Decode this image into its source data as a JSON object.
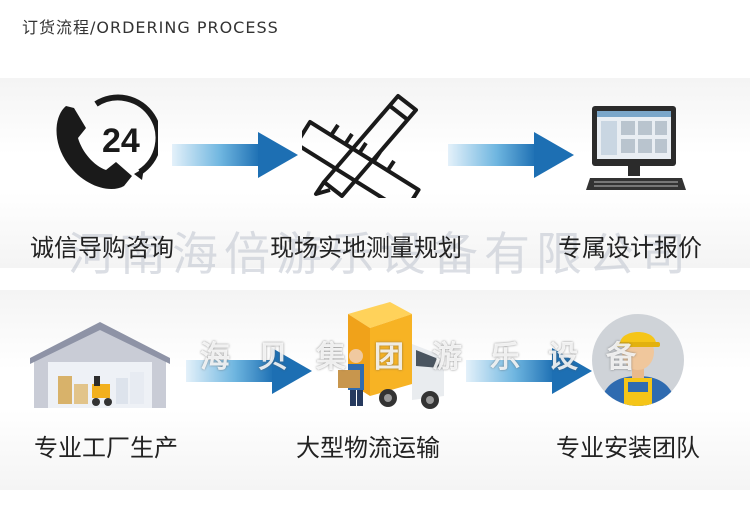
{
  "header": {
    "title": "订货流程/ORDERING PROCESS"
  },
  "watermarks": {
    "company": "河南海倍游乐设备有限公司",
    "brand": "海贝集团游乐设备"
  },
  "steps": [
    {
      "label": "诚信导购咨询",
      "icon": "phone-24-icon"
    },
    {
      "label": "现场实地测量规划",
      "icon": "pencil-ruler-icon"
    },
    {
      "label": "专属设计报价",
      "icon": "computer-monitor-icon"
    },
    {
      "label": "专业工厂生产",
      "icon": "factory-warehouse-icon"
    },
    {
      "label": "大型物流运输",
      "icon": "delivery-truck-icon"
    },
    {
      "label": "专业安装团队",
      "icon": "worker-icon"
    }
  ],
  "phone_badge": "24",
  "colors": {
    "arrow_dark": "#1d6fb3",
    "arrow_light": "#d9ecf7",
    "helmet": "#f5c518",
    "truck_box": "#f7b324"
  }
}
